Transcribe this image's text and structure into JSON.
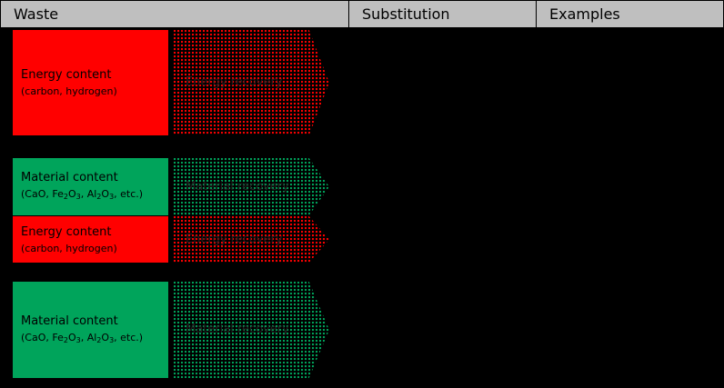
{
  "table": {
    "columns": [
      {
        "key": "waste",
        "label": "Waste"
      },
      {
        "key": "substitution",
        "label": "Substitution"
      },
      {
        "key": "examples",
        "label": "Examples"
      }
    ]
  },
  "colors": {
    "energy_block": "#ff0000",
    "material_block": "#00a45b",
    "header_bg": "#bfbfbf",
    "background": "#000000",
    "text": "#000000"
  },
  "rows": [
    {
      "id": "row-energy-only",
      "waste_blocks": [
        {
          "id": "energy-content-1",
          "kind": "energy",
          "title": "Energy content",
          "subtitle_prefix": "(carbon, hydrogen)",
          "subtitle_html": "(carbon, hydrogen)",
          "color": "#ff0000"
        }
      ],
      "substitution_arrows": [
        {
          "id": "energy-recovery-1",
          "kind": "energy",
          "label": "Energy recovery",
          "color": "#ff0000"
        }
      ],
      "examples": ""
    },
    {
      "id": "row-material-and-energy",
      "waste_blocks": [
        {
          "id": "material-content-1",
          "kind": "material",
          "title": "Material content",
          "subtitle_html": "(CaO, Fe<sub>2</sub>O<sub>3</sub>, Al<sub>2</sub>O<sub>3</sub>, etc.)",
          "color": "#00a45b"
        },
        {
          "id": "energy-content-2",
          "kind": "energy",
          "title": "Energy content",
          "subtitle_html": "(carbon, hydrogen)",
          "color": "#ff0000"
        }
      ],
      "substitution_arrows": [
        {
          "id": "material-recovery-1",
          "kind": "material",
          "label": "Material recovery",
          "color": "#00a45b"
        },
        {
          "id": "energy-recovery-2",
          "kind": "energy",
          "label": "Energy recovery",
          "color": "#ff0000"
        }
      ],
      "examples": ""
    },
    {
      "id": "row-material-only",
      "waste_blocks": [
        {
          "id": "material-content-2",
          "kind": "material",
          "title": "Material content",
          "subtitle_html": "(CaO, Fe<sub>2</sub>O<sub>3</sub>, Al<sub>2</sub>O<sub>3</sub>, etc.)",
          "color": "#00a45b"
        }
      ],
      "substitution_arrows": [
        {
          "id": "material-recovery-2",
          "kind": "material",
          "label": "Material recovery",
          "color": "#00a45b"
        }
      ],
      "examples": ""
    }
  ]
}
